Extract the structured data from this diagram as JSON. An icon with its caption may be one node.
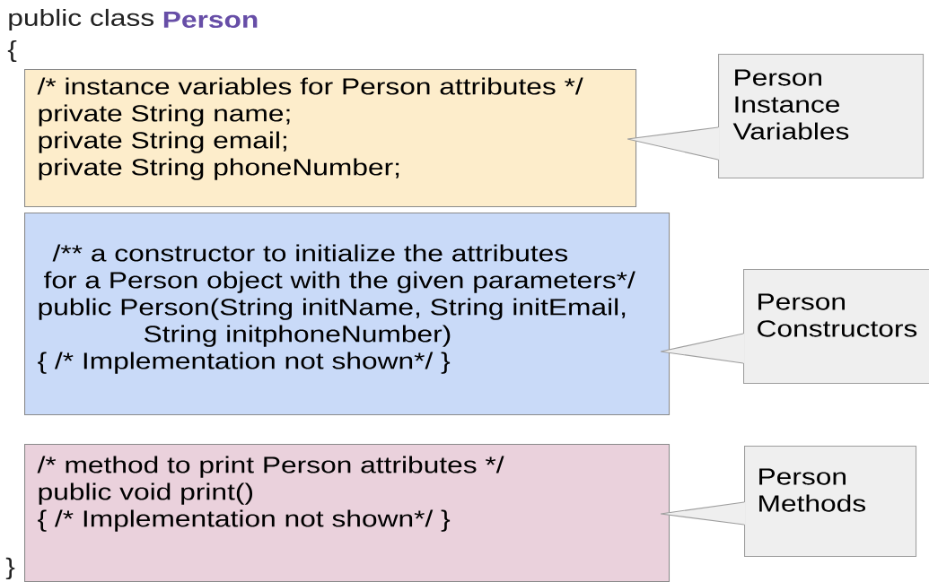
{
  "diagram": {
    "nodes": [
      {
        "text": [
          "/* instance variables for Person attributes */",
          "private String name;",
          "private String email;",
          "private String phoneNumber;"
        ]
      },
      {
        "text": [
          "/** a constructor to initialize the attributes",
          "for a Person object with the given parameters*/",
          "public Person(String initName, String initEmail,",
          "String initphoneNumber)",
          "{ /* Implementation not shown*/ }"
        ]
      },
      {
        "text": [
          "/* method to print Person attributes */",
          "public void print()",
          "{ /* Implementation not shown*/ }"
        ]
      },
      {
        "text": [
          "Person Instance Variables"
        ]
      },
      {
        "text": [
          "Person Constructors"
        ]
      },
      {
        "text": [
          "Person Methods"
        ]
      }
    ],
    "edges": [
      {
        "from": 3,
        "to": 0,
        "arrow": "none"
      },
      {
        "from": 4,
        "to": 1,
        "arrow": "none"
      },
      {
        "from": 5,
        "to": 2,
        "arrow": "none"
      }
    ],
    "labels": [
      "public class",
      "Person",
      "{",
      "}"
    ]
  }
}
